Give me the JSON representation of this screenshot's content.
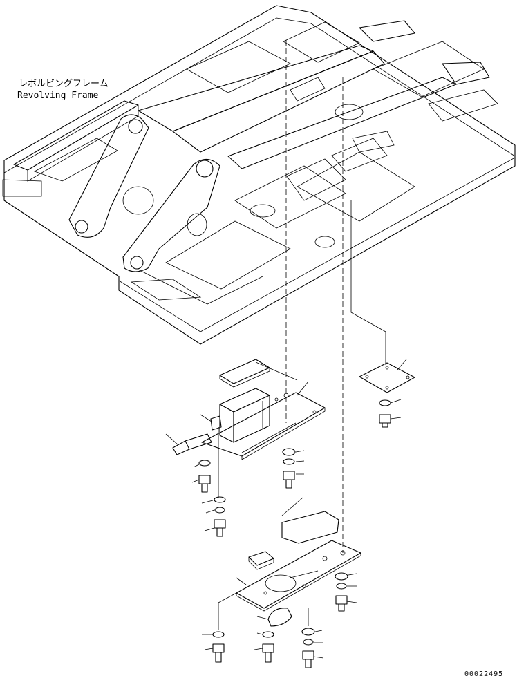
{
  "title_ja": "レボルビングフレーム",
  "title_en": "Revolving Frame",
  "drawing_number": "00022495",
  "line_color": "#000000",
  "background_color": "#ffffff"
}
